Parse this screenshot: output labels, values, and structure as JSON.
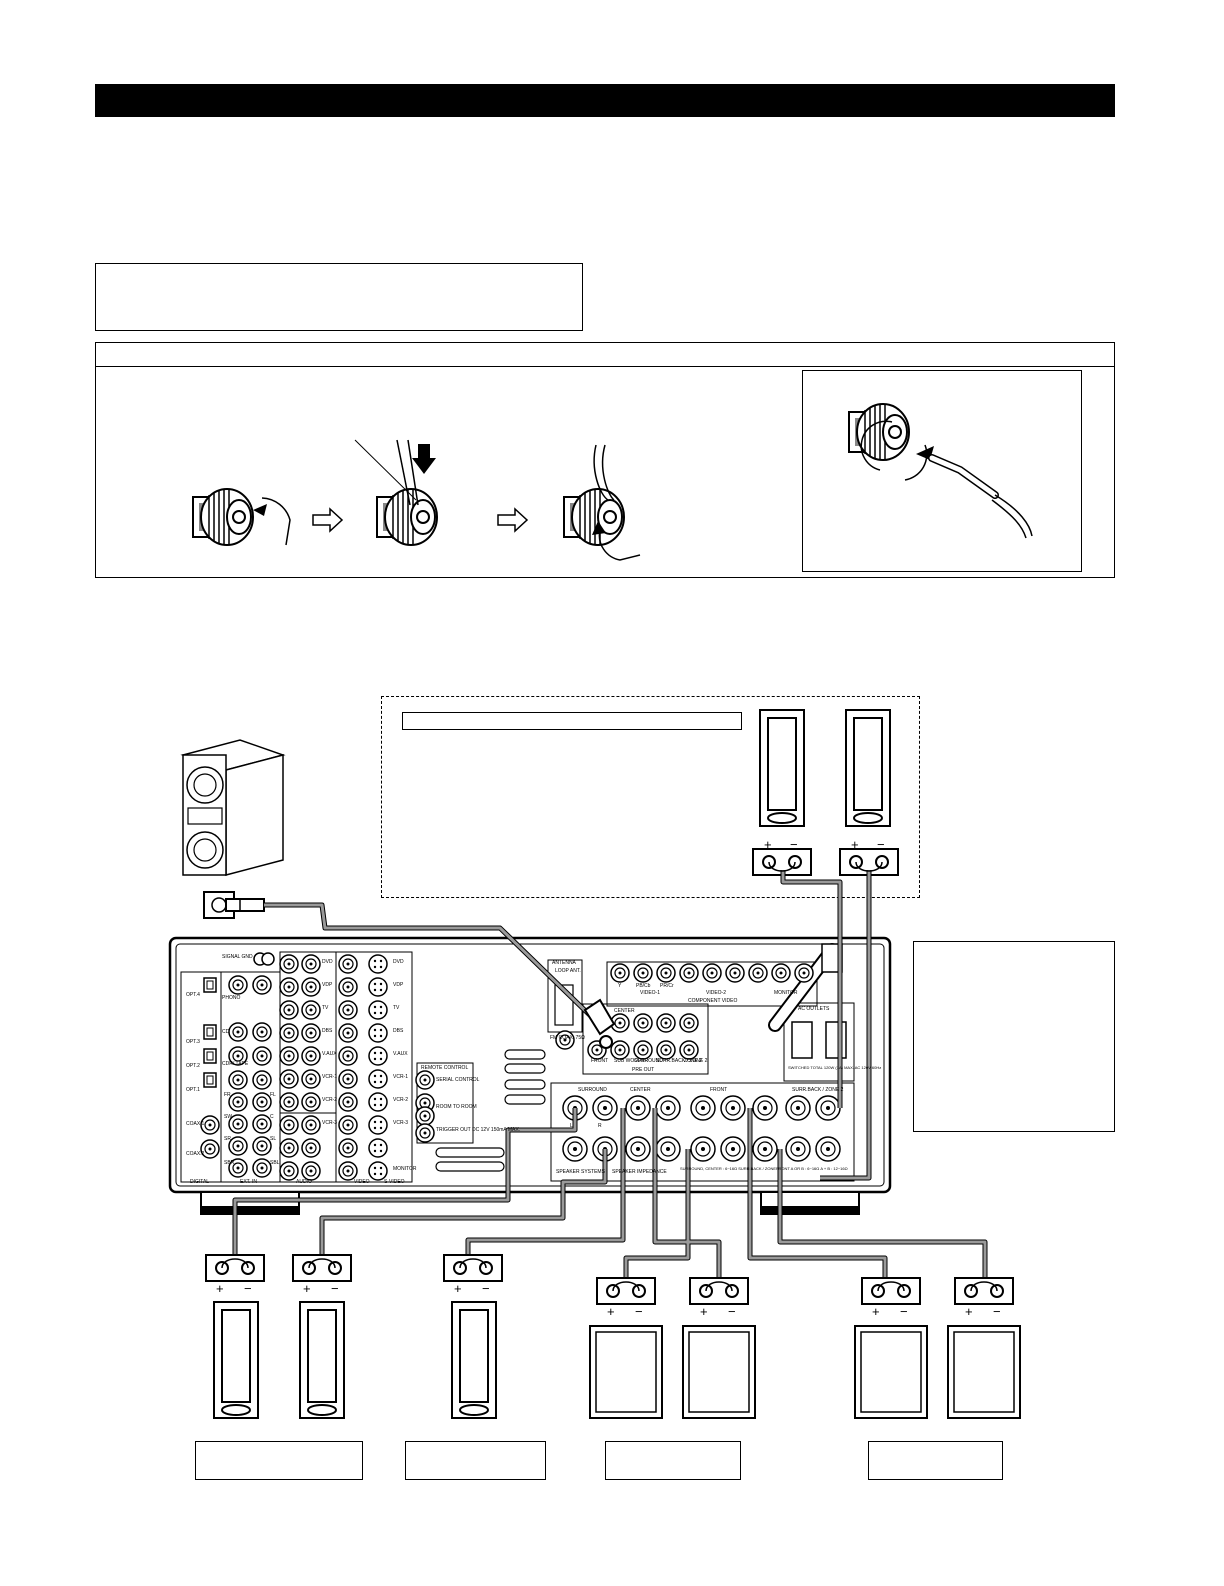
{
  "symbols": {
    "plus": "+",
    "minus": "−"
  },
  "panel_labels": {
    "signal_gnd": "SIGNAL GND",
    "phono": "PHONO",
    "cd": "CD",
    "cdr_tape": "CDR/ TAPE",
    "opt_labels": [
      "OPT.4",
      "OPT.3",
      "OPT.2",
      "OPT.1"
    ],
    "coax_labels": [
      "COAX.1",
      "COAX.2"
    ],
    "ext_in_channels": [
      "FR",
      "SW",
      "SR",
      "SBR",
      "FL",
      "C",
      "SL",
      "SBL"
    ],
    "audio_sources": [
      "DVD",
      "VDP",
      "TV",
      "DBS",
      "V.AUX",
      "VCR-1",
      "VCR-2",
      "VCR-3"
    ],
    "video_sources": [
      "DVD",
      "VDP",
      "TV",
      "DBS",
      "V.AUX",
      "VCR-1",
      "VCR-2",
      "VCR-3",
      "MONITOR"
    ],
    "digital": "DIGITAL",
    "ext_in": "EXT. IN",
    "audio": "AUDIO",
    "video": "VIDEO",
    "s_video": "S-VIDEO",
    "antenna": "ANTENNA",
    "loop_ant": "LOOP ANT.",
    "fm_coax": "FM COAX. 75Ω",
    "remote_control": "REMOTE CONTROL",
    "serial_control": "SERIAL CONTROL",
    "room_to_room": "ROOM TO ROOM",
    "trigger_out": "TRIGGER OUT DC 12V 150mA MAX.",
    "center": "CENTER",
    "front": "FRONT",
    "sub_woofer": "SUB WOOFER",
    "surround": "SURROUND",
    "surr_back": "SURR.BACK / ZONE 2",
    "zone2": "ZONE 2",
    "pre_out": "PRE OUT",
    "component_video": "COMPONENT VIDEO",
    "video1": "VIDEO-1",
    "video2": "VIDEO-2",
    "monitor": "MONITOR",
    "y_label": "Y",
    "pb_cb": "PB/Cb",
    "pr_cr": "PR/Cr",
    "ac_outlets": "AC OUTLETS",
    "switched": "SWITCHED TOTAL 120W (1A) MAX. AC 120V 60Hz",
    "speaker_systems": "SPEAKER SYSTEMS",
    "speaker_impedance": "SPEAKER IMPEDANCE",
    "surr_center_imp": "SURROUND, CENTER : 6~16Ω SURR.BACK / ZONE 2",
    "front_imp": "FRONT A OR B : 6~16Ω A + B : 12~16Ω",
    "surr_back_zone2": "SURR.BACK / ZONE 2",
    "ch_r": "R",
    "ch_l": "L"
  }
}
